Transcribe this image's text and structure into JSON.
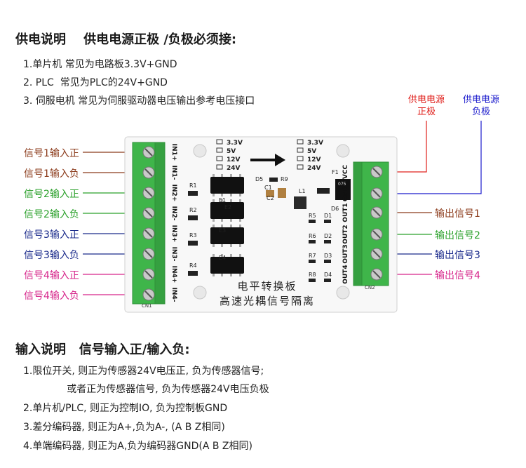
{
  "supply_section": {
    "heading": "供电说明    供电电源正极 /负极必须接:",
    "lines": [
      "1.单片机 常见为电路板3.3V+GND",
      "2. PLC  常见为PLC的24V+GND",
      "3. 伺服电机 常见为伺服驱动器电压输出参考电压接口"
    ]
  },
  "supply_labels": {
    "positive": "供电电源\n正极",
    "negative": "供电电源\n负极"
  },
  "input_labels": [
    {
      "text": "信号1输入正",
      "color": "#8b3a1a"
    },
    {
      "text": "信号1输入负",
      "color": "#8b3a1a"
    },
    {
      "text": "信号2输入正",
      "color": "#2aa02a"
    },
    {
      "text": "信号2输入负",
      "color": "#2aa02a"
    },
    {
      "text": "信号3输入正",
      "color": "#1a2a8b"
    },
    {
      "text": "信号3输入负",
      "color": "#1a2a8b"
    },
    {
      "text": "信号4输入正",
      "color": "#d6248a"
    },
    {
      "text": "信号4输入负",
      "color": "#d6248a"
    }
  ],
  "output_labels": [
    {
      "text": "输出信号1",
      "color": "#8b3a1a"
    },
    {
      "text": "输出信号2",
      "color": "#2aa02a"
    },
    {
      "text": "输出信号3",
      "color": "#1a2a8b"
    },
    {
      "text": "输出信号4",
      "color": "#d6248a"
    }
  ],
  "board": {
    "title_line1": "电平转换板",
    "title_line2": "高速光耦信号隔离",
    "cn1": "CN1",
    "cn2": "CN2",
    "input_pins": [
      "IN1+",
      "IN1-",
      "IN2+",
      "IN2-",
      "IN3+",
      "IN3-",
      "IN4+",
      "IN4-"
    ],
    "output_pins": [
      "VCC",
      "GND",
      "OUT1",
      "OUT2",
      "OUT3",
      "OUT4"
    ],
    "voltage_options": [
      "3.3V",
      "5V",
      "12V",
      "24V"
    ],
    "resistors": [
      "R1",
      "R2",
      "R3",
      "R4"
    ],
    "optocouplers": [
      "E1",
      "E2",
      "E3",
      "E4"
    ],
    "out_resistors": [
      "R5",
      "R6",
      "R7",
      "R8"
    ],
    "out_leds": [
      "D1",
      "D2",
      "D3",
      "D4"
    ],
    "misc": [
      "D5",
      "R9",
      "C1",
      "C2",
      "L1",
      "F1",
      "D6"
    ],
    "fuse_marking": "075"
  },
  "input_section": {
    "heading": "输入说明   信号输入正/输入负:",
    "lines": [
      "1.限位开关, 则正为传感器24V电压正, 负为传感器信号;",
      "              或者正为传感器信号, 负为传感器24V电压负极",
      "2.单片机/PLC, 则正为控制IO, 负为控制板GND",
      "3.差分编码器, 则正为A+,负为A-, (A B Z相同)",
      "4.单端编码器, 则正为A,负为编码器GND(A B Z相同)"
    ]
  },
  "colors": {
    "positive": "#e0201c",
    "negative": "#1a1acc",
    "terminal_green": "#3fb54a"
  }
}
